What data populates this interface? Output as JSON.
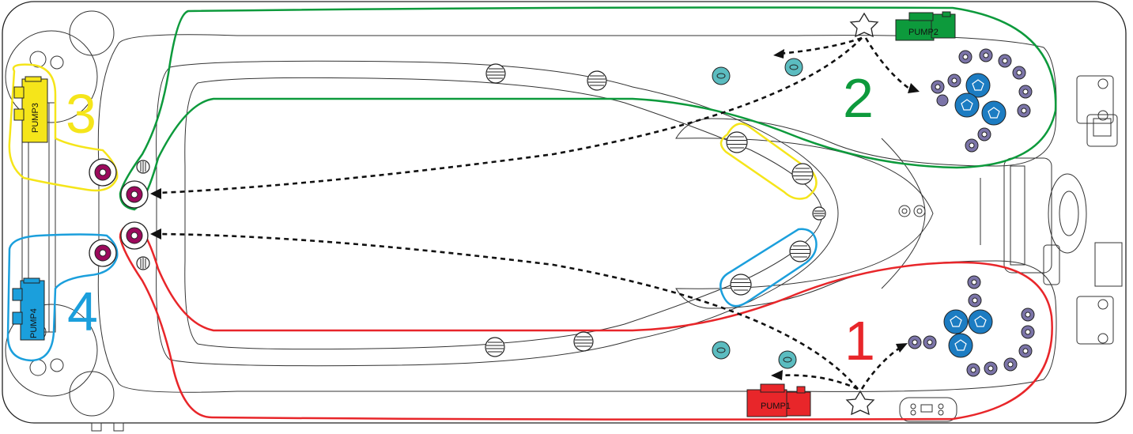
{
  "pumps": {
    "pump1": {
      "label": "PUMP1",
      "color": "#e8262a"
    },
    "pump2": {
      "label": "PUMP2",
      "color": "#0d9a3c"
    },
    "pump3": {
      "label": "PUMP3",
      "color": "#f5e51a"
    },
    "pump4": {
      "label": "PUMP4",
      "color": "#1b9fdc"
    }
  },
  "zones": {
    "zone1": {
      "number": "1",
      "color": "#e8262a"
    },
    "zone2": {
      "number": "2",
      "color": "#0d9a3c"
    },
    "zone3": {
      "number": "3",
      "color": "#f5e51a"
    },
    "zone4": {
      "number": "4",
      "color": "#1b9fdc"
    }
  },
  "colors": {
    "jet_purple": "#7b74a8",
    "jet_blue": "#1c7cc2",
    "teal_jet": "#5bbcc0",
    "swim_jet": "#9b0a5c",
    "outline": "#222222"
  }
}
